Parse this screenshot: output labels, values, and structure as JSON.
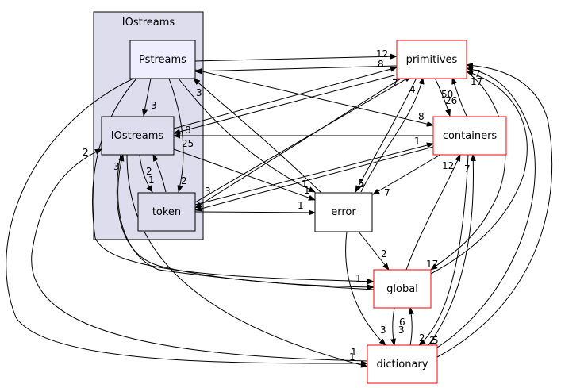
{
  "cluster": {
    "title": "IOstreams"
  },
  "nodes": {
    "pstreams": {
      "label": "Pstreams"
    },
    "iostreams": {
      "label": "IOstreams"
    },
    "token": {
      "label": "token"
    },
    "primitives": {
      "label": "primitives"
    },
    "containers": {
      "label": "containers"
    },
    "error": {
      "label": "error"
    },
    "global": {
      "label": "global"
    },
    "dictionary": {
      "label": "dictionary"
    }
  },
  "edge_labels": {
    "pstreams_primitives": "12",
    "primitives_pstreams": "8",
    "pstreams_iostreams": "3",
    "pstreams_token": "2",
    "pstreams_containers": "8",
    "pstreams_error": "1",
    "pstreams_dictionary": "1",
    "error_pstreams": "3",
    "iostreams_primitives": "7",
    "primitives_iostreams": "8",
    "containers_iostreams": "25",
    "iostreams_token": "2",
    "token_iostreams": "1",
    "iostreams_error": "1",
    "iostreams_global": "1",
    "iostreams_dictionary": "1",
    "global_iostreams": "3",
    "dictionary_iostreams": "2",
    "token_primitives": "4",
    "primitives_token": "3",
    "token_containers": "1",
    "containers_token": "5",
    "token_error": "1",
    "primitives_containers": "26",
    "containers_primitives": "50",
    "primitives_global": "17",
    "global_primitives": "17",
    "primitives_error": "5",
    "dictionary_primitives": "7",
    "error_primitives": "2",
    "containers_error": "7",
    "global_containers": "12",
    "dictionary_containers": "7",
    "containers_dictionary": "2",
    "error_global": "2",
    "error_dictionary": "3",
    "global_dictionary": "3",
    "dictionary_global": "6",
    "dictionary_primitives_b": "5"
  }
}
